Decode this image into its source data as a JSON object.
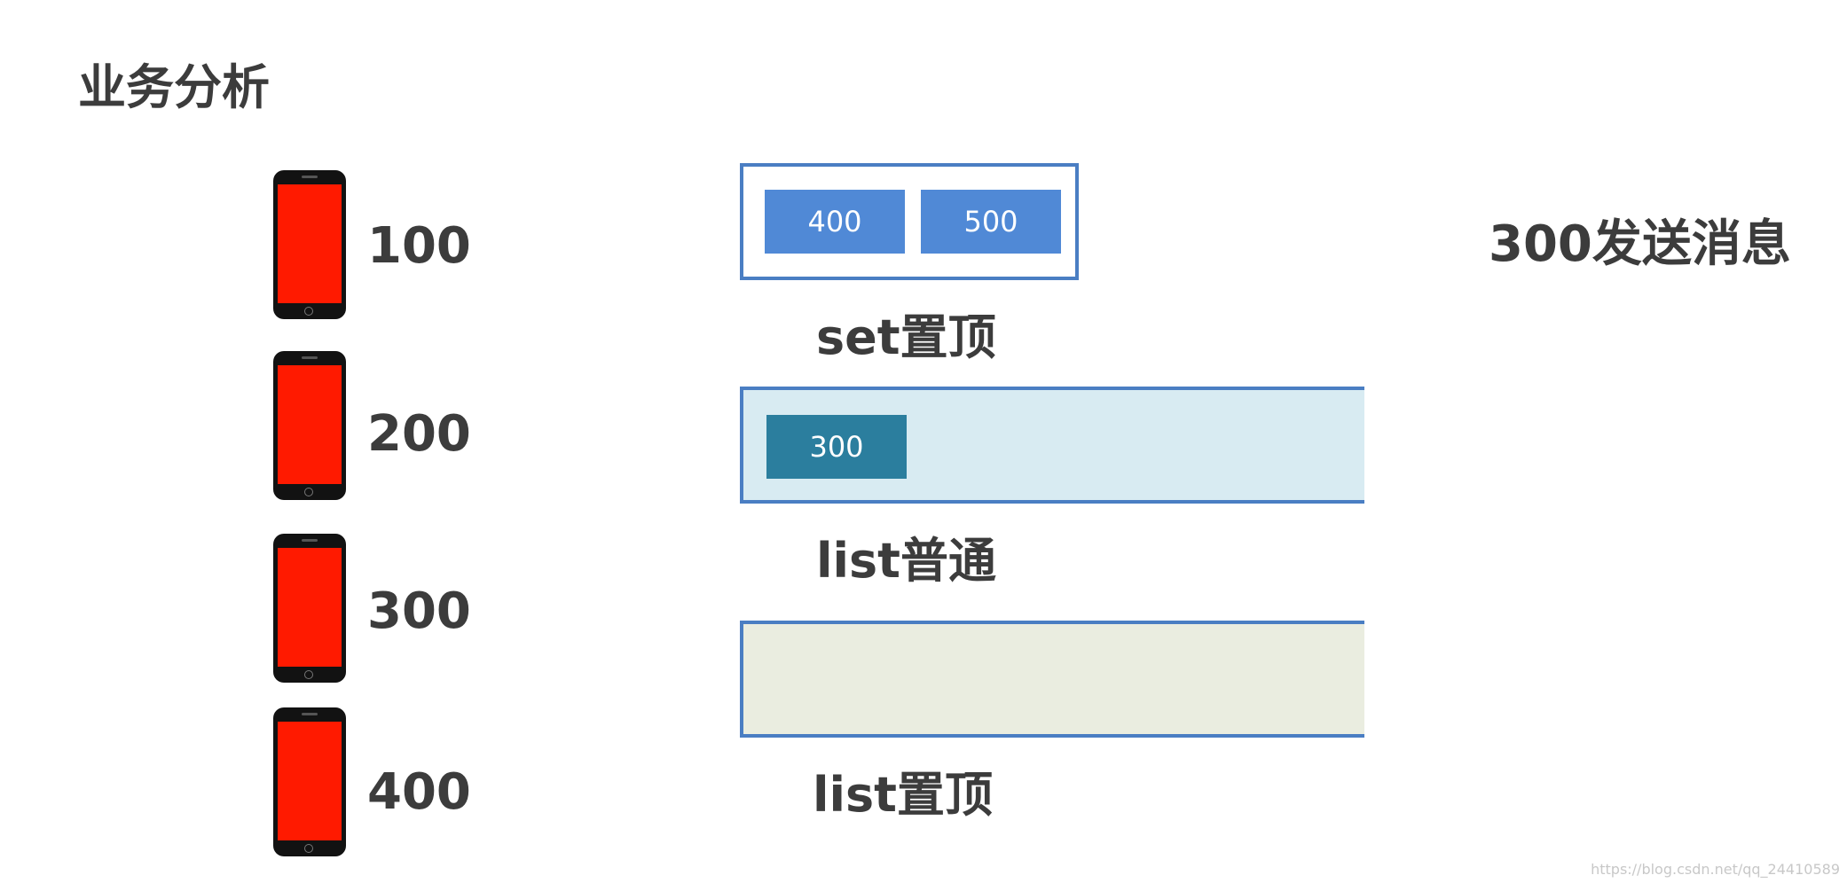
{
  "title": "业务分析",
  "users": [
    {
      "label": "100"
    },
    {
      "label": "200"
    },
    {
      "label": "300"
    },
    {
      "label": "400"
    }
  ],
  "structures": [
    {
      "label": "set置顶",
      "items": [
        "400",
        "500"
      ],
      "fill": "#ffffff",
      "chip_color": "#5089d6"
    },
    {
      "label": "list普通",
      "items": [
        "300"
      ],
      "fill": "#d8ebf2",
      "chip_color": "#2b7e9e"
    },
    {
      "label": "list置顶",
      "items": [],
      "fill": "#eaede0",
      "chip_color": "#5089d6"
    }
  ],
  "event": "300发送消息",
  "watermark": "https://blog.csdn.net/qq_24410589",
  "colors": {
    "border": "#4a7ec3",
    "phone_screen": "#ff1a00",
    "text": "#3c3c3c"
  }
}
